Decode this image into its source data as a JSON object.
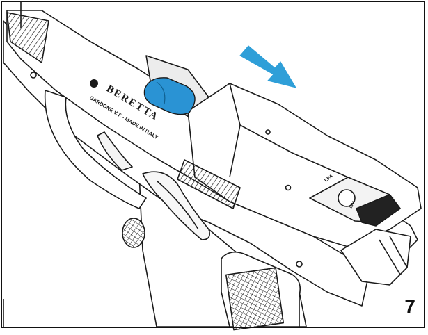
{
  "figure": {
    "step_number": "7",
    "brand_text": "BERETTA",
    "engraving_line_1": "GARDONE V.T. - MADE IN ITALY",
    "sight_label_1": "LPA",
    "sight_label_2": "LPA",
    "colors": {
      "arrow": "#2f9fd8",
      "part_highlight": "#2a93d4",
      "line": "#1a1a1a",
      "fill": "#ffffff",
      "shade": "#e9e9e9"
    },
    "icons": {
      "arrow": "direction-arrow-icon",
      "highlighted_part": "locking-block-icon"
    }
  }
}
